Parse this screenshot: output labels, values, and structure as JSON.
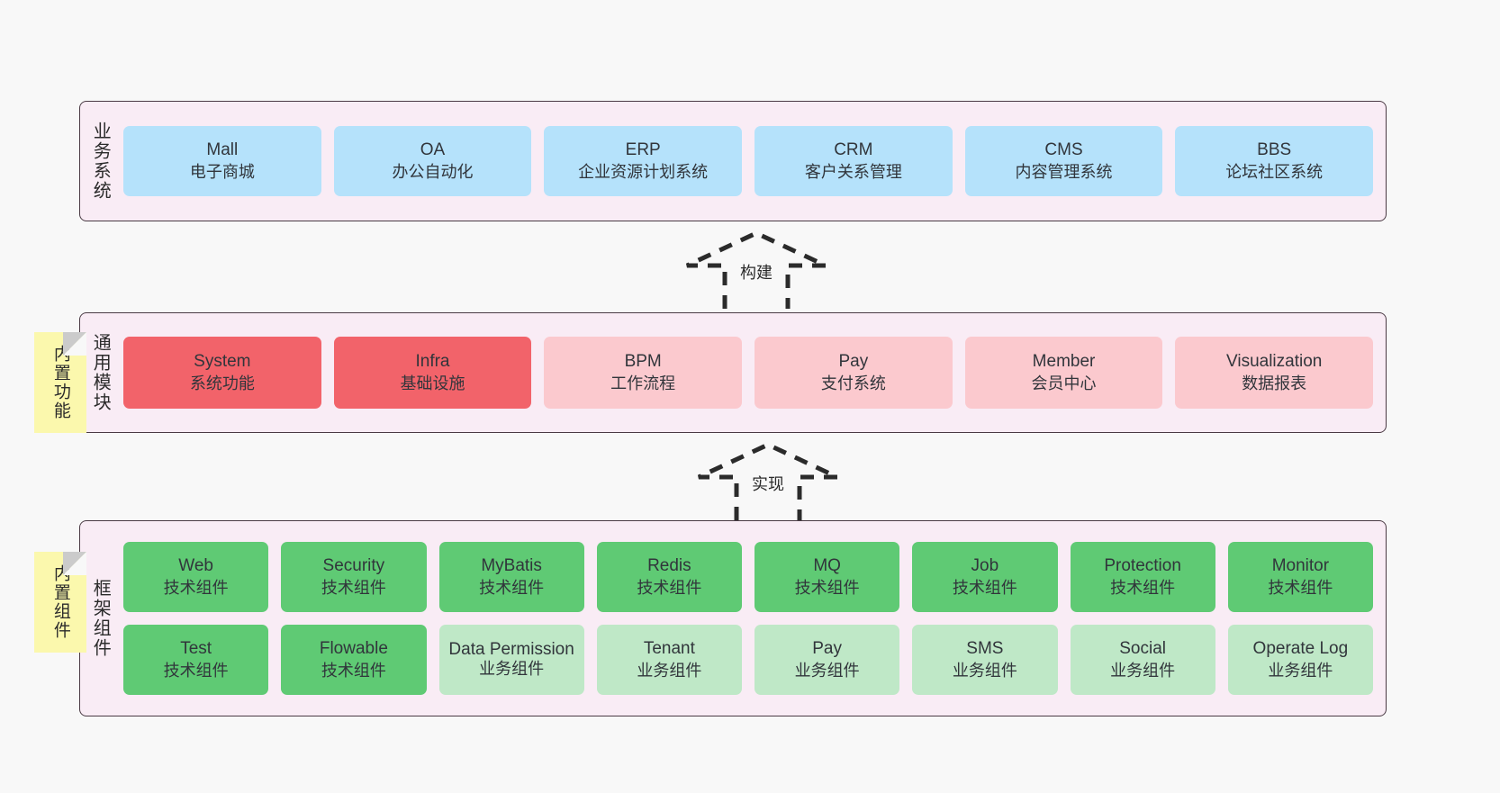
{
  "diagram": {
    "sections": [
      {
        "id": "business",
        "title": "业务系统",
        "rows": [
          [
            {
              "en": "Mall",
              "cn": "电子商城"
            },
            {
              "en": "OA",
              "cn": "办公自动化"
            },
            {
              "en": "ERP",
              "cn": "企业资源计划系统"
            },
            {
              "en": "CRM",
              "cn": "客户关系管理"
            },
            {
              "en": "CMS",
              "cn": "内容管理系统"
            },
            {
              "en": "BBS",
              "cn": "论坛社区系统"
            }
          ]
        ]
      },
      {
        "id": "modules",
        "title": "通用模块",
        "tag": "内置功能",
        "rows": [
          [
            {
              "en": "System",
              "cn": "系统功能"
            },
            {
              "en": "Infra",
              "cn": "基础设施"
            },
            {
              "en": "BPM",
              "cn": "工作流程"
            },
            {
              "en": "Pay",
              "cn": "支付系统"
            },
            {
              "en": "Member",
              "cn": "会员中心"
            },
            {
              "en": "Visualization",
              "cn": "数据报表"
            }
          ]
        ]
      },
      {
        "id": "framework",
        "title": "框架组件",
        "tag": "内置组件",
        "rows": [
          [
            {
              "en": "Web",
              "cn": "技术组件"
            },
            {
              "en": "Security",
              "cn": "技术组件"
            },
            {
              "en": "MyBatis",
              "cn": "技术组件"
            },
            {
              "en": "Redis",
              "cn": "技术组件"
            },
            {
              "en": "MQ",
              "cn": "技术组件"
            },
            {
              "en": "Job",
              "cn": "技术组件"
            },
            {
              "en": "Protection",
              "cn": "技术组件"
            },
            {
              "en": "Monitor",
              "cn": "技术组件"
            }
          ],
          [
            {
              "en": "Test",
              "cn": "技术组件"
            },
            {
              "en": "Flowable",
              "cn": "技术组件"
            },
            {
              "en": "Data Permission",
              "cn": "业务组件"
            },
            {
              "en": "Tenant",
              "cn": "业务组件"
            },
            {
              "en": "Pay",
              "cn": "业务组件"
            },
            {
              "en": "SMS",
              "cn": "业务组件"
            },
            {
              "en": "Social",
              "cn": "业务组件"
            },
            {
              "en": "Operate Log",
              "cn": "业务组件"
            }
          ]
        ]
      }
    ],
    "connectors": [
      {
        "id": "build",
        "label": "构建"
      },
      {
        "id": "implement",
        "label": "实现"
      }
    ],
    "colors": {
      "business_card": "#b5e2fb",
      "module_core": "#f2636a",
      "module_optional": "#fbc9ce",
      "tech_component": "#5fca74",
      "biz_component": "#bfe8c7",
      "section_background": "#f9ecf5",
      "section_border": "#4a3a44",
      "tag_background": "#fbf8ad",
      "page_background": "#f8f8f8"
    }
  }
}
